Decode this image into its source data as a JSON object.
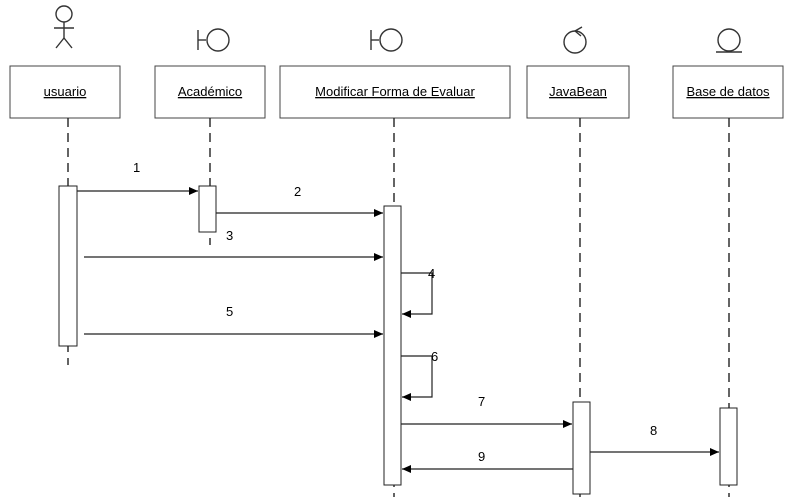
{
  "diagram": {
    "participants": [
      {
        "id": "usuario",
        "name": "usuario",
        "stereotype": "actor-icon"
      },
      {
        "id": "academico",
        "name": "Académico",
        "stereotype": "boundary-icon"
      },
      {
        "id": "modificar",
        "name": "Modificar Forma de Evaluar",
        "stereotype": "boundary-icon"
      },
      {
        "id": "javabean",
        "name": "JavaBean",
        "stereotype": "control-icon"
      },
      {
        "id": "basedatos",
        "name": "Base de datos",
        "stereotype": "entity-icon"
      }
    ],
    "messages": [
      {
        "label": "1",
        "from": "usuario",
        "to": "academico"
      },
      {
        "label": "2",
        "from": "academico",
        "to": "modificar"
      },
      {
        "label": "3",
        "from": "usuario",
        "to": "modificar"
      },
      {
        "label": "4",
        "from": "modificar",
        "to": "modificar"
      },
      {
        "label": "5",
        "from": "usuario",
        "to": "modificar"
      },
      {
        "label": "6",
        "from": "modificar",
        "to": "modificar"
      },
      {
        "label": "7",
        "from": "modificar",
        "to": "javabean"
      },
      {
        "label": "8",
        "from": "javabean",
        "to": "basedatos"
      },
      {
        "label": "9",
        "from": "javabean",
        "to": "modificar"
      }
    ]
  }
}
